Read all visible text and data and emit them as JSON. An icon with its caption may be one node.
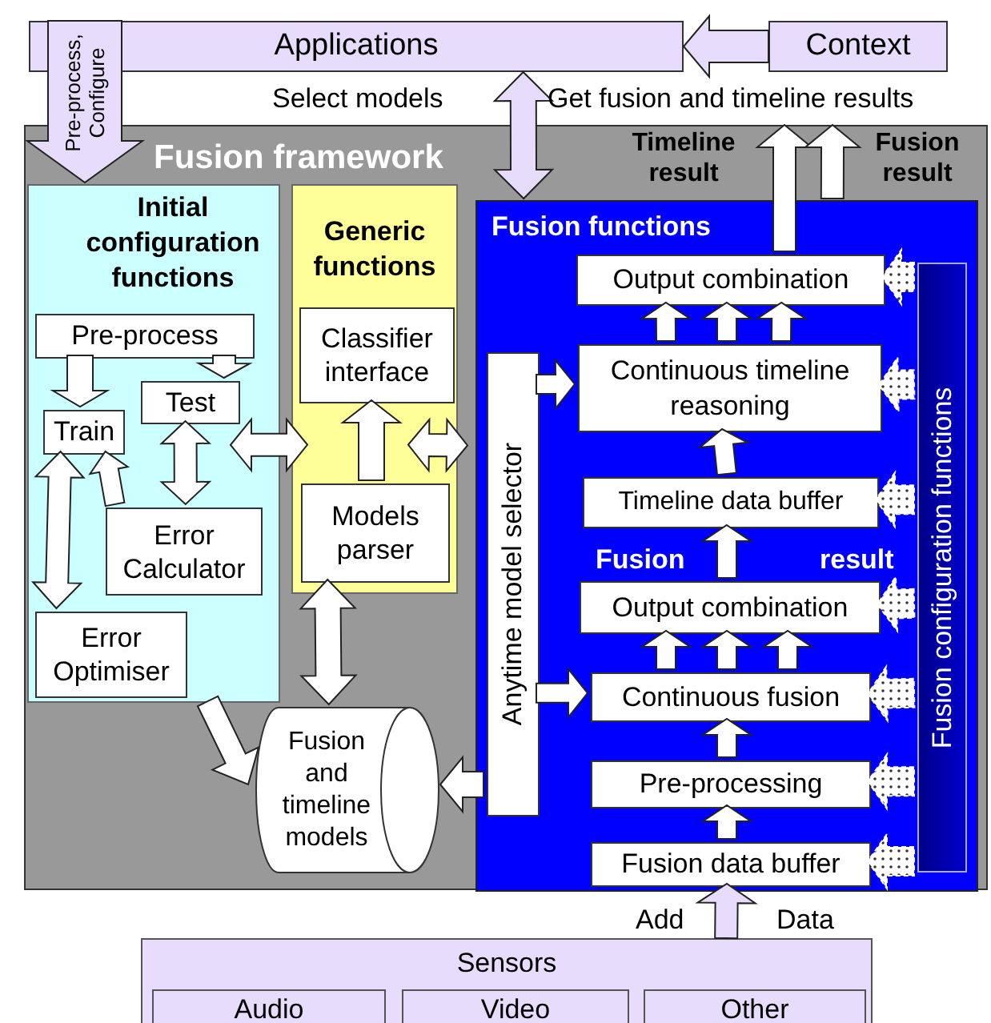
{
  "diagram": {
    "nodes": [
      {
        "text": [
          "Applications"
        ]
      },
      {
        "text": [
          "Context"
        ]
      },
      {
        "text": [
          "Fusion framework"
        ]
      },
      {
        "text": [
          "Initial configuration functions"
        ],
        "in": 2
      },
      {
        "text": [
          "Pre-process"
        ],
        "in": 3
      },
      {
        "text": [
          "Test"
        ],
        "in": 3
      },
      {
        "text": [
          "Train"
        ],
        "in": 3
      },
      {
        "text": [
          "Error Calculator"
        ],
        "in": 3
      },
      {
        "text": [
          "Error Optimiser"
        ],
        "in": 3
      },
      {
        "text": [
          "Generic functions"
        ],
        "in": 2
      },
      {
        "text": [
          "Classifier interface"
        ],
        "in": 9
      },
      {
        "text": [
          "Models parser"
        ],
        "in": 9
      },
      {
        "text": [
          "Fusion functions"
        ],
        "in": 2
      },
      {
        "text": [
          "Output combination"
        ],
        "in": 12
      },
      {
        "text": [
          "Continuous timeline reasoning"
        ],
        "in": 12
      },
      {
        "text": [
          "Timeline data buffer"
        ],
        "in": 12
      },
      {
        "text": [
          "Output combination"
        ],
        "in": 12
      },
      {
        "text": [
          "Continuous fusion"
        ],
        "in": 12
      },
      {
        "text": [
          "Pre-processing"
        ],
        "in": 12
      },
      {
        "text": [
          "Fusion data buffer"
        ],
        "in": 12
      },
      {
        "text": [
          "Anytime model selector"
        ],
        "in": 12
      },
      {
        "text": [
          "Fusion configuration functions"
        ],
        "in": 12
      },
      {
        "text": [
          "Fusion and timeline models"
        ],
        "in": 2
      },
      {
        "text": [
          "Sensors"
        ]
      },
      {
        "text": [
          "Audio"
        ],
        "in": 23
      },
      {
        "text": [
          "Video"
        ],
        "in": 23
      },
      {
        "text": [
          "Other"
        ],
        "in": 23
      }
    ],
    "edges": [
      {
        "from": 1,
        "to": 0,
        "arrow": "to",
        "color": "#e8dcfc"
      },
      {
        "from": 0,
        "to": 3,
        "arrow": "to",
        "label": "Pre-process, Configure",
        "color": "#e8dcfc"
      },
      {
        "from": 0,
        "to": 12,
        "arrow": "both",
        "color": "#e8dcfc"
      },
      {
        "from": 4,
        "to": 6,
        "arrow": "to"
      },
      {
        "from": 4,
        "to": 5,
        "arrow": "to"
      },
      {
        "from": 5,
        "to": 7,
        "arrow": "both"
      },
      {
        "from": 6,
        "to": 8,
        "arrow": "both"
      },
      {
        "from": 7,
        "to": 6,
        "arrow": "to"
      },
      {
        "from": 3,
        "to": 9,
        "arrow": "both"
      },
      {
        "from": 11,
        "to": 10,
        "arrow": "to"
      },
      {
        "from": 9,
        "to": 12,
        "arrow": "both"
      },
      {
        "from": 11,
        "to": 22,
        "arrow": "both"
      },
      {
        "from": 3,
        "to": 22,
        "arrow": "to"
      },
      {
        "from": 20,
        "to": 22,
        "arrow": "to"
      },
      {
        "from": 20,
        "to": 14,
        "arrow": "to"
      },
      {
        "from": 20,
        "to": 17,
        "arrow": "to"
      },
      {
        "from": 14,
        "to": 13,
        "arrow": "to"
      },
      {
        "from": 14,
        "to": 13,
        "arrow": "to"
      },
      {
        "from": 14,
        "to": 13,
        "arrow": "to"
      },
      {
        "from": 15,
        "to": 14,
        "arrow": "to"
      },
      {
        "from": 17,
        "to": 16,
        "arrow": "to"
      },
      {
        "from": 17,
        "to": 16,
        "arrow": "to"
      },
      {
        "from": 17,
        "to": 16,
        "arrow": "to"
      },
      {
        "from": 16,
        "to": 15,
        "arrow": "to"
      },
      {
        "from": 18,
        "to": 17,
        "arrow": "to"
      },
      {
        "from": 19,
        "to": 18,
        "arrow": "to"
      },
      {
        "from": 21,
        "to": 13,
        "arrow": "to",
        "style": "dashed"
      },
      {
        "from": 21,
        "to": 14,
        "arrow": "to",
        "style": "dashed"
      },
      {
        "from": 21,
        "to": 15,
        "arrow": "to",
        "style": "dashed"
      },
      {
        "from": 21,
        "to": 16,
        "arrow": "to",
        "style": "dashed"
      },
      {
        "from": 21,
        "to": 17,
        "arrow": "to",
        "style": "dashed"
      },
      {
        "from": 21,
        "to": 18,
        "arrow": "to",
        "style": "dashed"
      },
      {
        "from": 21,
        "to": 19,
        "arrow": "to",
        "style": "dashed"
      },
      {
        "from": 23,
        "to": 19,
        "arrow": "to",
        "color": "#e8dcfc"
      },
      {
        "from": 13,
        "to": null,
        "arrow": "to",
        "label": "Timeline result"
      },
      {
        "from": 12,
        "to": null,
        "arrow": "to",
        "label": "Fusion result"
      }
    ],
    "labels": [
      "Select models",
      "Get fusion and timeline results",
      "Fusion",
      "result",
      "Add",
      "Data"
    ]
  }
}
